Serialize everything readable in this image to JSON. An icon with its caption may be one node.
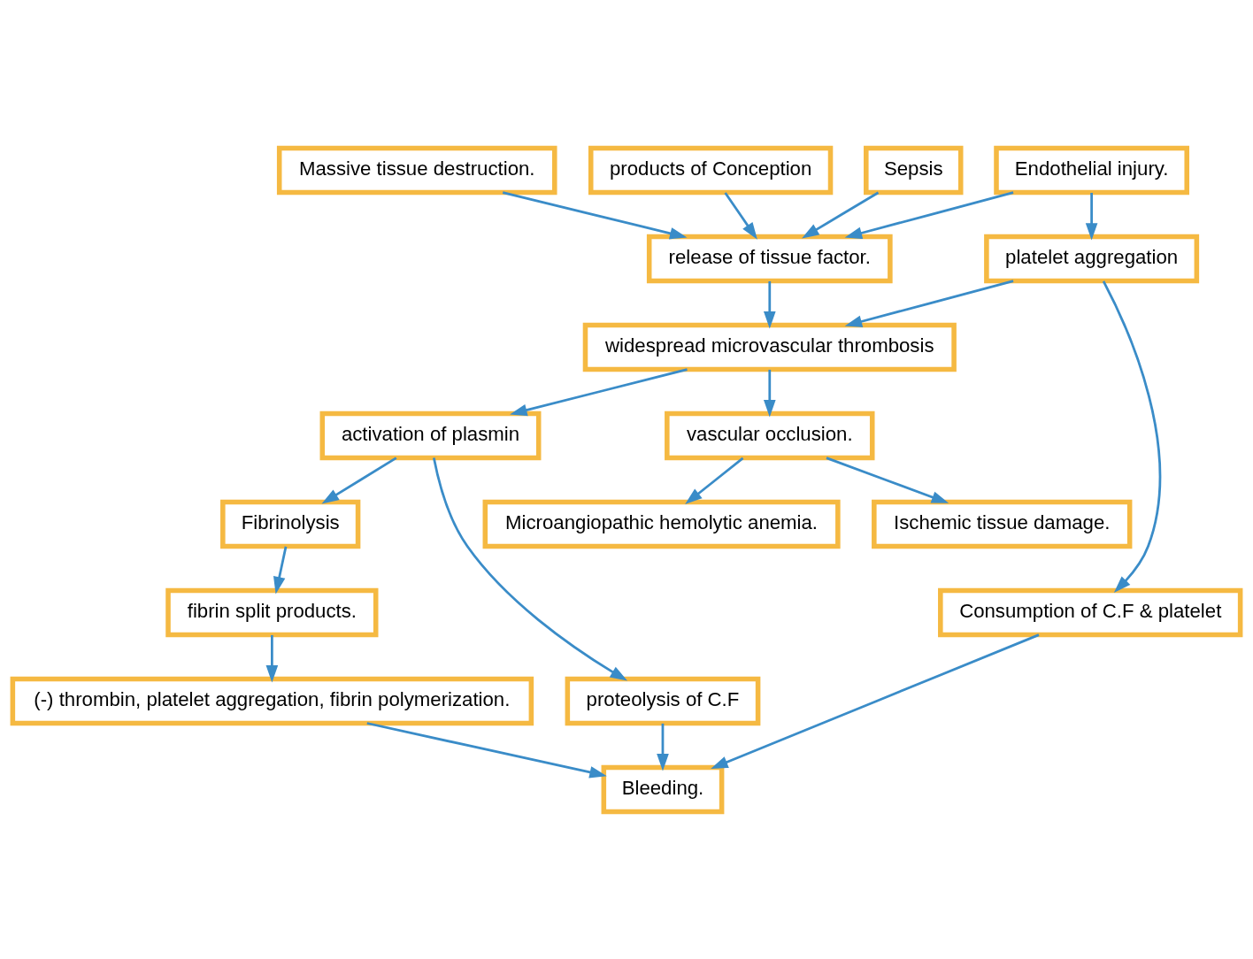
{
  "diagram": {
    "nodes": [
      {
        "text": [
          "Massive tissue destruction."
        ]
      },
      {
        "text": [
          "products of Conception"
        ]
      },
      {
        "text": [
          "Sepsis"
        ]
      },
      {
        "text": [
          "Endothelial injury."
        ]
      },
      {
        "text": [
          "release of tissue factor."
        ]
      },
      {
        "text": [
          "platelet aggregation"
        ]
      },
      {
        "text": [
          "widespread microvascular thrombosis"
        ]
      },
      {
        "text": [
          "activation of plasmin"
        ]
      },
      {
        "text": [
          "Microangiopathic hemolytic anemia."
        ]
      },
      {
        "text": [
          "vascular occlusion."
        ]
      },
      {
        "text": [
          "Fibrinolysis"
        ]
      },
      {
        "text": [
          "proteolysis of C.F"
        ]
      },
      {
        "text": [
          "Ischemic tissue damage."
        ]
      },
      {
        "text": [
          "Consumption of C.F & platelet"
        ]
      },
      {
        "text": [
          "fibrin split products."
        ]
      },
      {
        "text": [
          "(-) thrombin, platelet aggregation, fibrin polymerization."
        ]
      },
      {
        "text": [
          "Bleeding."
        ]
      }
    ],
    "edges": [
      {
        "from": 0,
        "to": 4,
        "arrow": "to"
      },
      {
        "from": 1,
        "to": 4,
        "arrow": "to"
      },
      {
        "from": 2,
        "to": 4,
        "arrow": "to"
      },
      {
        "from": 3,
        "to": 4,
        "arrow": "to"
      },
      {
        "from": 3,
        "to": 5,
        "arrow": "to"
      },
      {
        "from": 4,
        "to": 6,
        "arrow": "to"
      },
      {
        "from": 5,
        "to": 6,
        "arrow": "to"
      },
      {
        "from": 6,
        "to": 7,
        "arrow": "to"
      },
      {
        "from": 6,
        "to": 9,
        "arrow": "to"
      },
      {
        "from": 9,
        "to": 8,
        "arrow": "to"
      },
      {
        "from": 7,
        "to": 10,
        "arrow": "to"
      },
      {
        "from": 7,
        "to": 11,
        "arrow": "to"
      },
      {
        "from": 9,
        "to": 12,
        "arrow": "to"
      },
      {
        "from": 5,
        "to": 13,
        "arrow": "to"
      },
      {
        "from": 10,
        "to": 14,
        "arrow": "to"
      },
      {
        "from": 14,
        "to": 15,
        "arrow": "to"
      },
      {
        "from": 11,
        "to": 16,
        "arrow": "to"
      },
      {
        "from": 15,
        "to": 16,
        "arrow": "to"
      },
      {
        "from": 13,
        "to": 16,
        "arrow": "to"
      }
    ]
  }
}
